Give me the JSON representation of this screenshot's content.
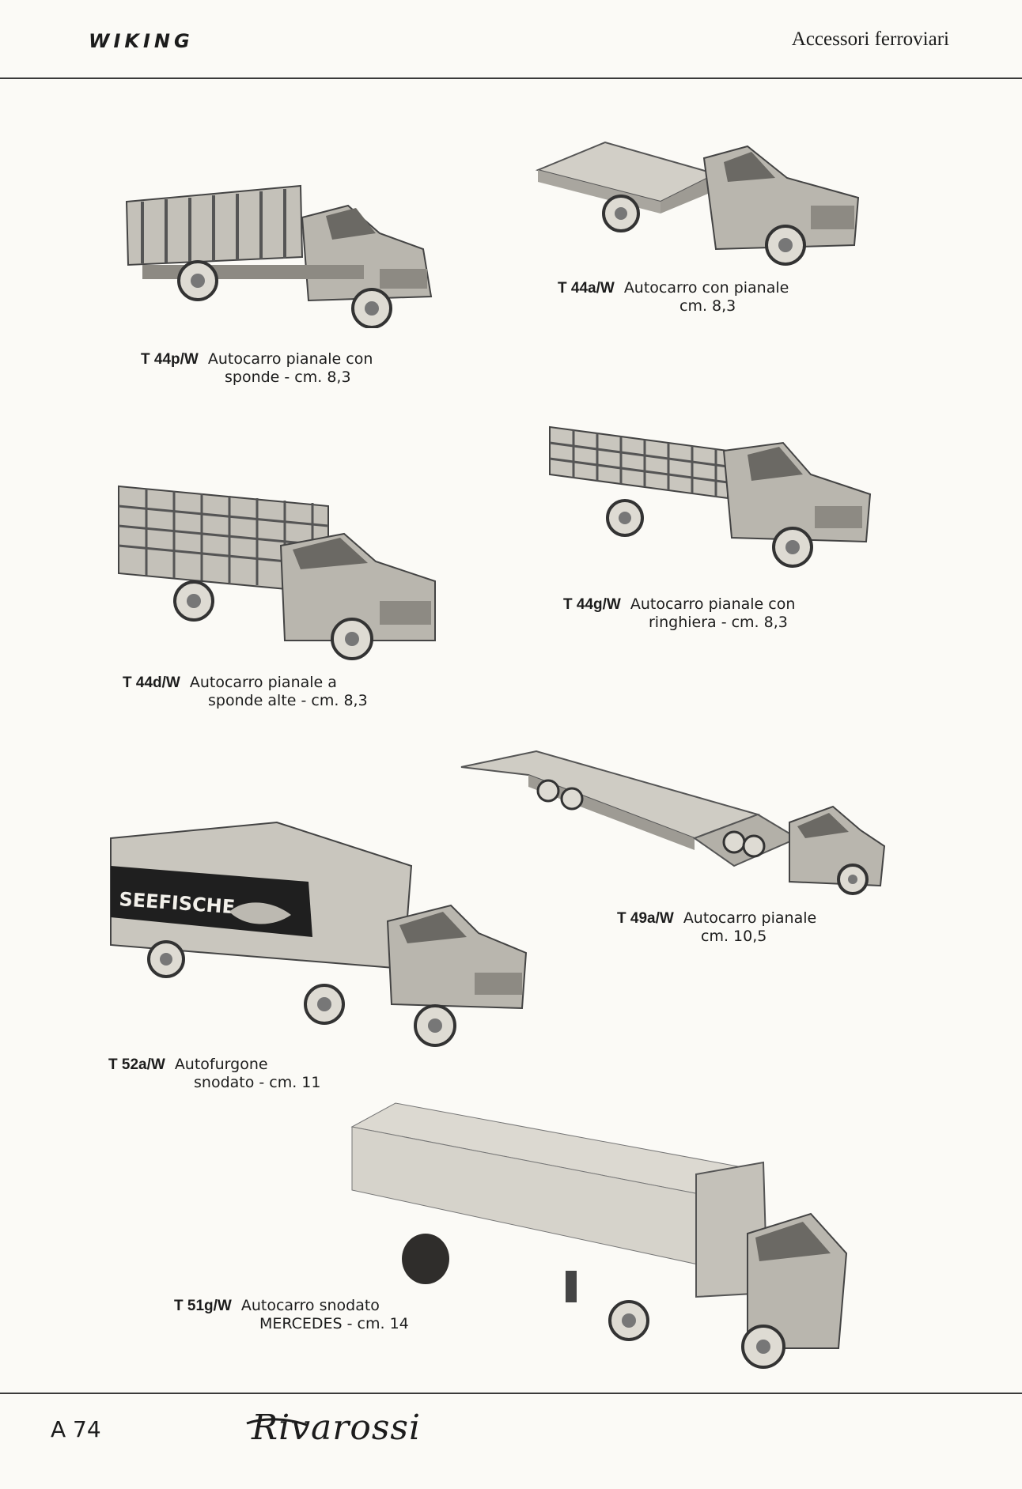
{
  "header": {
    "brand": "WIKING",
    "section": "Accessori ferroviari"
  },
  "items": [
    {
      "code": "T 44p/W",
      "line1": "Autocarro pianale con",
      "line2": "sponde - cm. 8,3"
    },
    {
      "code": "T 44a/W",
      "line1": "Autocarro con pianale",
      "line2": "cm. 8,3"
    },
    {
      "code": "T 44g/W",
      "line1": "Autocarro pianale con",
      "line2": "ringhiera - cm. 8,3"
    },
    {
      "code": "T 44d/W",
      "line1": "Autocarro pianale a",
      "line2": "sponde alte - cm. 8,3"
    },
    {
      "code": "T 49a/W",
      "line1": "Autocarro pianale",
      "line2": "cm. 10,5"
    },
    {
      "code": "T 52a/W",
      "line1": "Autofurgone",
      "line2": "snodato - cm. 11"
    },
    {
      "code": "T 51g/W",
      "line1": "Autocarro snodato",
      "line2": "MERCEDES - cm. 14"
    }
  ],
  "trailer_sign": "SEEFISCHE",
  "footer": {
    "page": "A 74",
    "logo": "Rivarossi"
  },
  "colors": {
    "paper": "#fbfaf6",
    "ink": "#1c1c1c",
    "truck_body": "#b9b6ae",
    "truck_shade": "#8d8a83",
    "truck_dark": "#4a4845"
  }
}
